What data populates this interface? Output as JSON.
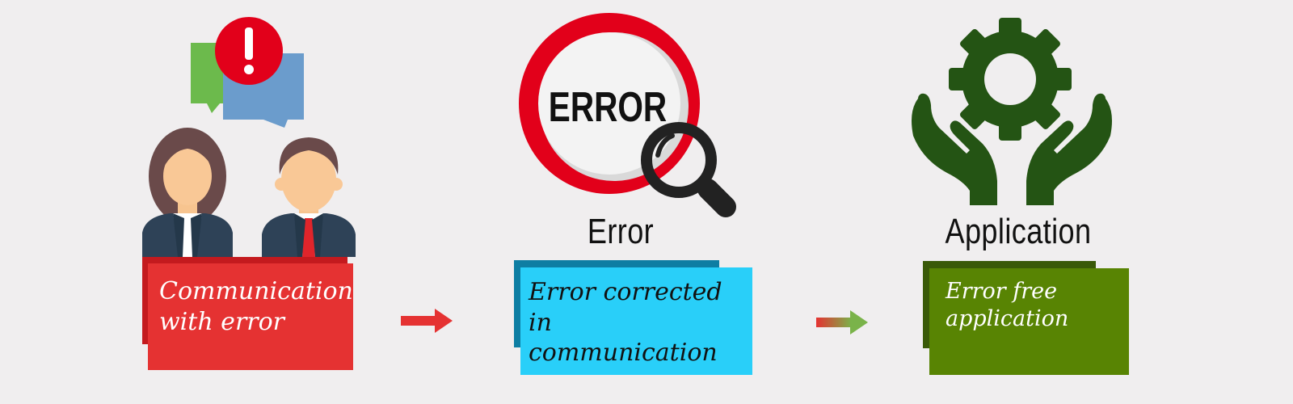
{
  "steps": [
    {
      "label": "Communication with error",
      "label_lines": [
        "Communication",
        "with error"
      ],
      "box_color": "#e53232",
      "shadow_color": "#c41a1e",
      "text_color": "#ffffff"
    },
    {
      "heading": "Error",
      "badge": "ERROR",
      "label": "Error corrected in communication",
      "label_lines": [
        "Error corrected in",
        "communication"
      ],
      "box_color": "#29cff9",
      "shadow_color": "#0e7ea3",
      "text_color": "#111111"
    },
    {
      "heading": "Application",
      "label": "Error free application",
      "label_lines": [
        "Error free",
        "application"
      ],
      "box_color": "#588403",
      "shadow_color": "#3a5a08",
      "text_color": "#ffffff"
    }
  ],
  "icons": {
    "step1": "people-conversation-error-icon",
    "step2": "error-magnifier-icon",
    "step3": "hands-gear-icon",
    "arrow1": "red-arrow-icon",
    "arrow2": "red-to-green-arrow-icon"
  },
  "colors": {
    "background": "#f0eeef",
    "arrow_red": "#e53232",
    "arrow_green": "#7ab34a",
    "icon_green": "#245414"
  }
}
